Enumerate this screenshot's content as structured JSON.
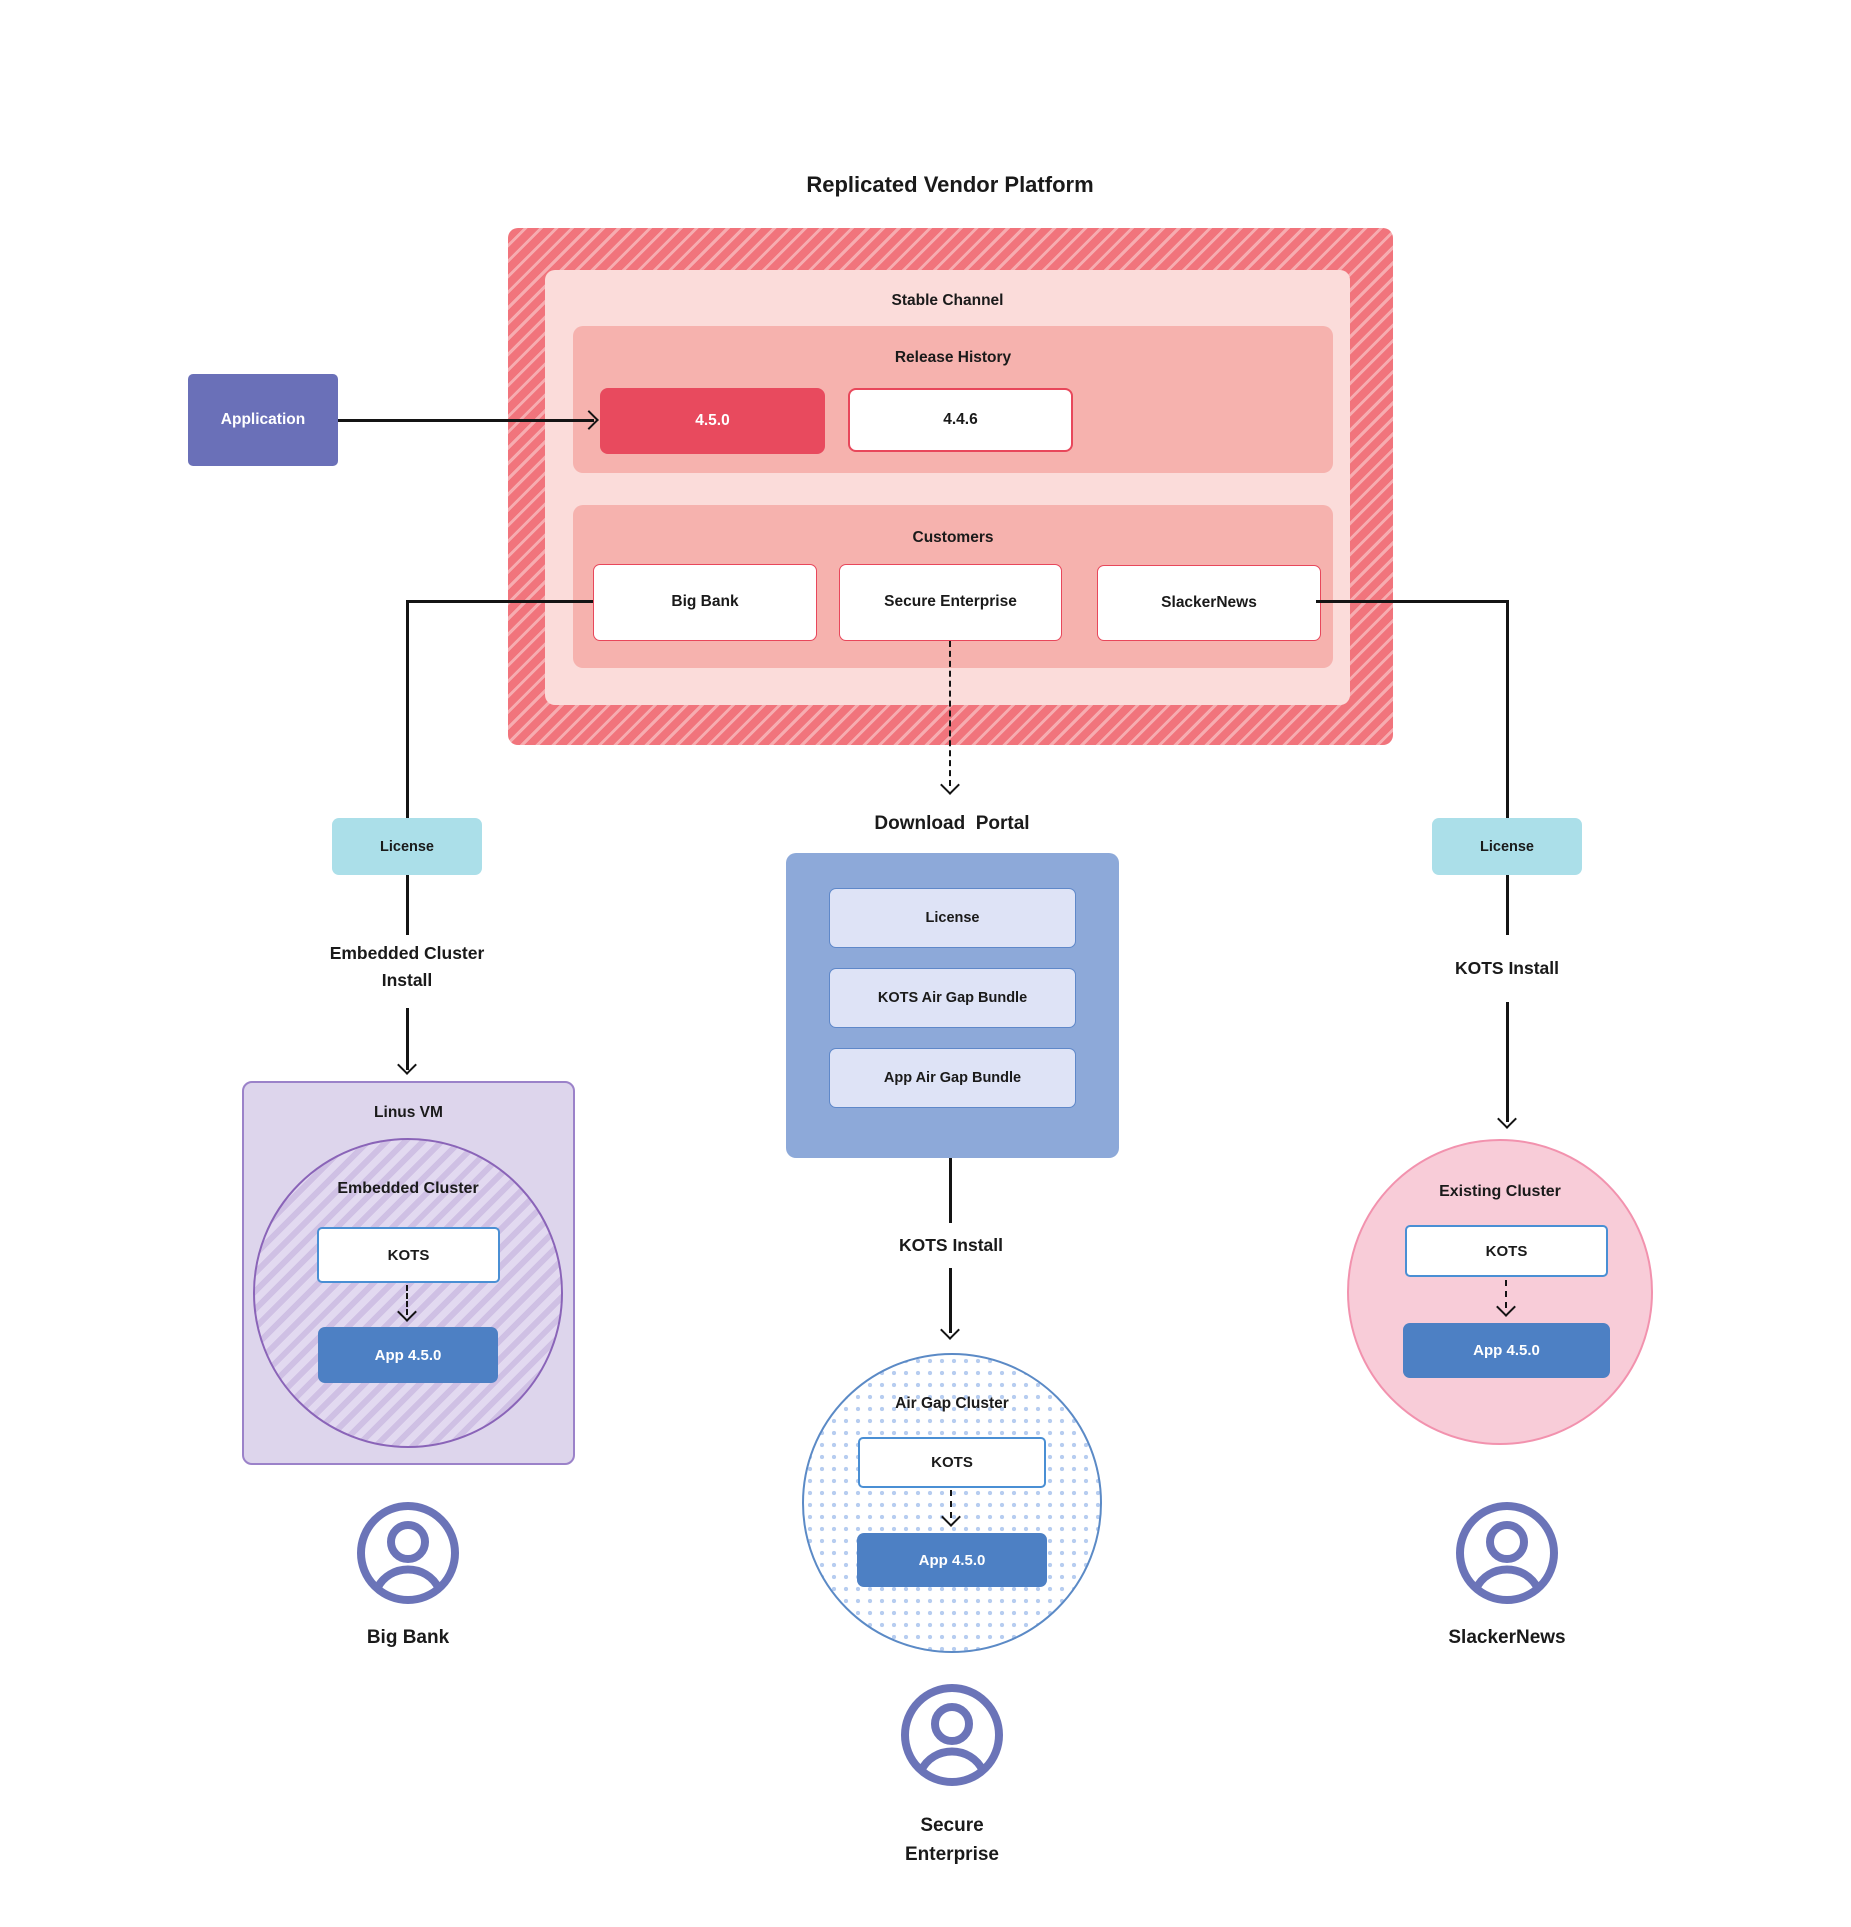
{
  "title": "Replicated Vendor Platform",
  "application": {
    "label": "Application"
  },
  "platform": {
    "stable_channel_label": "Stable Channel",
    "release_history": {
      "label": "Release History",
      "current_release": "4.5.0",
      "previous_release": "4.4.6"
    },
    "customers": {
      "label": "Customers",
      "items": [
        {
          "name": "Big Bank"
        },
        {
          "name": "Secure Enterprise"
        },
        {
          "name": "SlackerNews"
        }
      ]
    }
  },
  "left_flow": {
    "license_label": "License",
    "install_method": "Embedded Cluster\nInstall",
    "vm_label": "Linus VM",
    "cluster_label": "Embedded Cluster",
    "kots_label": "KOTS",
    "app_label": "App 4.5.0",
    "persona": "Big Bank"
  },
  "center_flow": {
    "download_portal": {
      "label": "Download  Portal",
      "items": [
        {
          "name": "License"
        },
        {
          "name": "KOTS Air Gap Bundle"
        },
        {
          "name": "App Air Gap Bundle"
        }
      ]
    },
    "install_method": "KOTS Install",
    "cluster_label": "Air Gap Cluster",
    "kots_label": "KOTS",
    "app_label": "App 4.5.0",
    "persona": "Secure\nEnterprise"
  },
  "right_flow": {
    "license_label": "License",
    "install_method": "KOTS Install",
    "cluster_label": "Existing Cluster",
    "kots_label": "KOTS",
    "app_label": "App 4.5.0",
    "persona": "SlackerNews"
  },
  "colors": {
    "platform_hatch": "#f1747c",
    "stable_channel_bg": "#fbdcda",
    "section_bg": "#f6b2ae",
    "current_release_bg": "#e84a5e",
    "customer_border": "#e8475b",
    "application_bg": "#6a70b8",
    "license_bg": "#abdfe9",
    "portal_bg": "#8da9d9",
    "portal_item_bg": "#dee3f6",
    "vm_bg": "#ddd5ec",
    "embedded_circle_border": "#8a64b8",
    "airgap_border": "#5b8ac6",
    "existing_circle_bg": "#f8ccd8",
    "kots_border": "#4a8fd4",
    "app_version_bg": "#4d80c4",
    "persona_icon": "#6b74b8",
    "connector": "#141414"
  }
}
